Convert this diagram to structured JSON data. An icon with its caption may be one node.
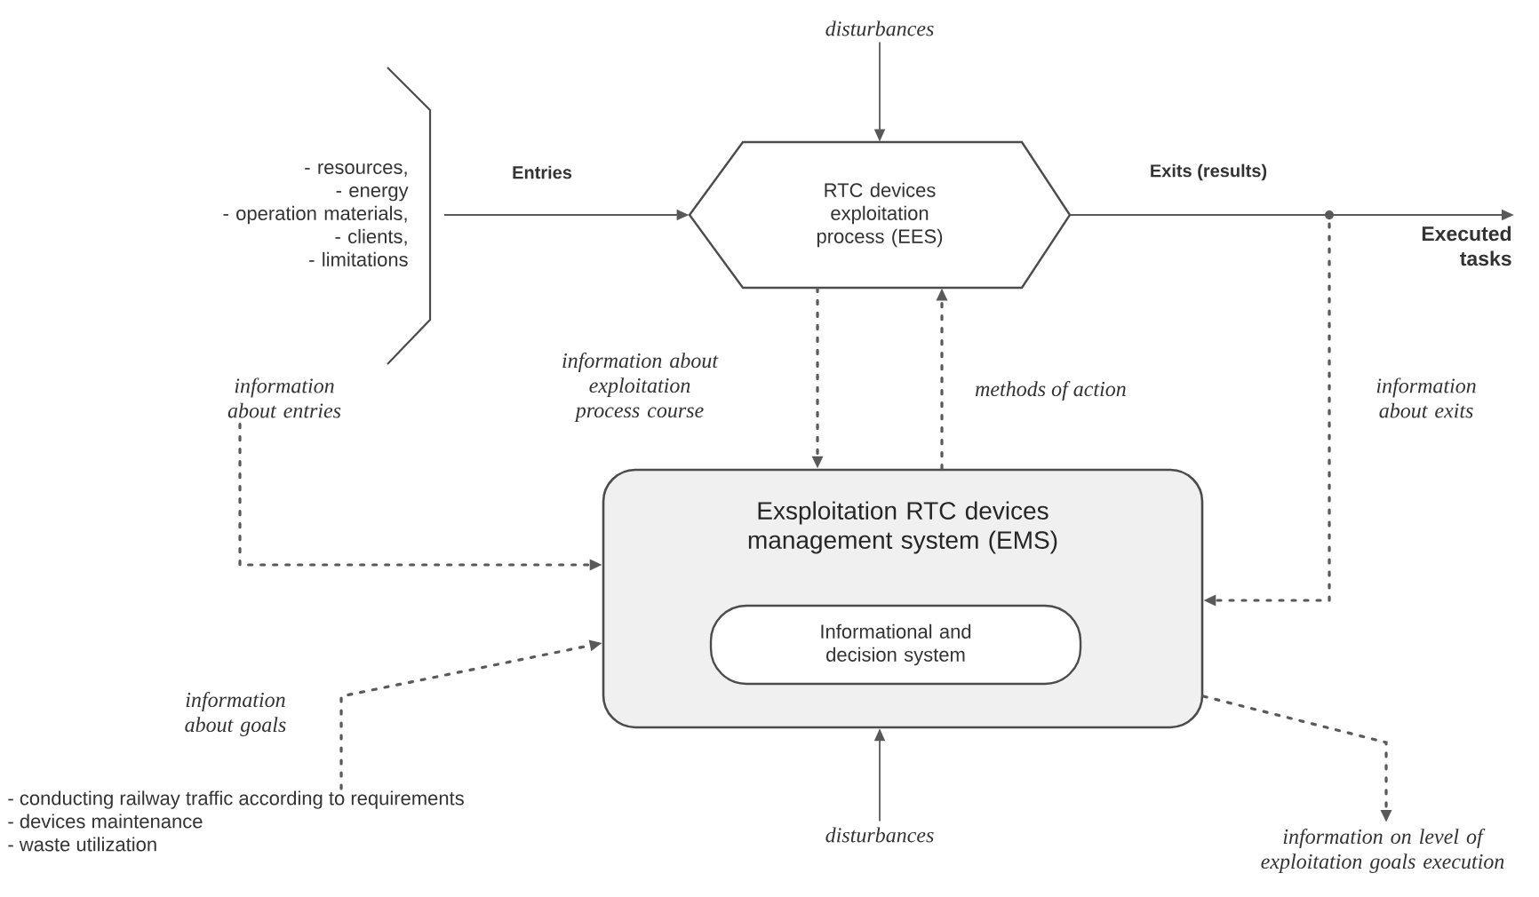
{
  "diagram": {
    "nodes": [
      {
        "text": [
          "RTC devices exploitation process (EES)"
        ]
      },
      {
        "text": [
          "Exsploitation RTC devices management system (EMS)"
        ]
      },
      {
        "text": [
          "Informational  and decision system"
        ],
        "in": 1
      },
      {
        "text": [
          "- resources,",
          "- energy",
          "- operation materials,",
          "- clients,",
          "- limitations"
        ]
      },
      {
        "text": [
          "Executed tasks"
        ]
      },
      {
        "text": [
          "disturbances"
        ]
      },
      {
        "text": [
          "disturbances"
        ]
      },
      {
        "text": [
          "information about entries"
        ]
      },
      {
        "text": [
          "- conducting railway traffic according to requirements",
          "- devices maintenance",
          "-   waste utilization"
        ]
      },
      {
        "text": [
          "information on level of exploitation goals execution"
        ]
      }
    ],
    "edges": [
      {
        "from": 3,
        "to": 0,
        "arrow": "to",
        "label": "Entries"
      },
      {
        "from": 0,
        "to": 4,
        "arrow": "to",
        "label": "Exits (results)"
      },
      {
        "from": 5,
        "to": 0,
        "arrow": "to"
      },
      {
        "from": 0,
        "to": 1,
        "arrow": "to",
        "style": "dashed",
        "label": "information about exploitation process course"
      },
      {
        "from": 1,
        "to": 0,
        "arrow": "to",
        "style": "dashed",
        "label": "methods of action"
      },
      {
        "from": null,
        "to": 1,
        "arrow": "to",
        "style": "dashed",
        "label": "information about exits"
      },
      {
        "from": 7,
        "to": 1,
        "arrow": "to",
        "style": "dashed"
      },
      {
        "from": 8,
        "to": 1,
        "arrow": "to",
        "style": "dashed",
        "label": "information about goals"
      },
      {
        "from": 6,
        "to": 1,
        "arrow": "to"
      },
      {
        "from": 1,
        "to": 9,
        "arrow": "to",
        "style": "dashed"
      }
    ]
  }
}
